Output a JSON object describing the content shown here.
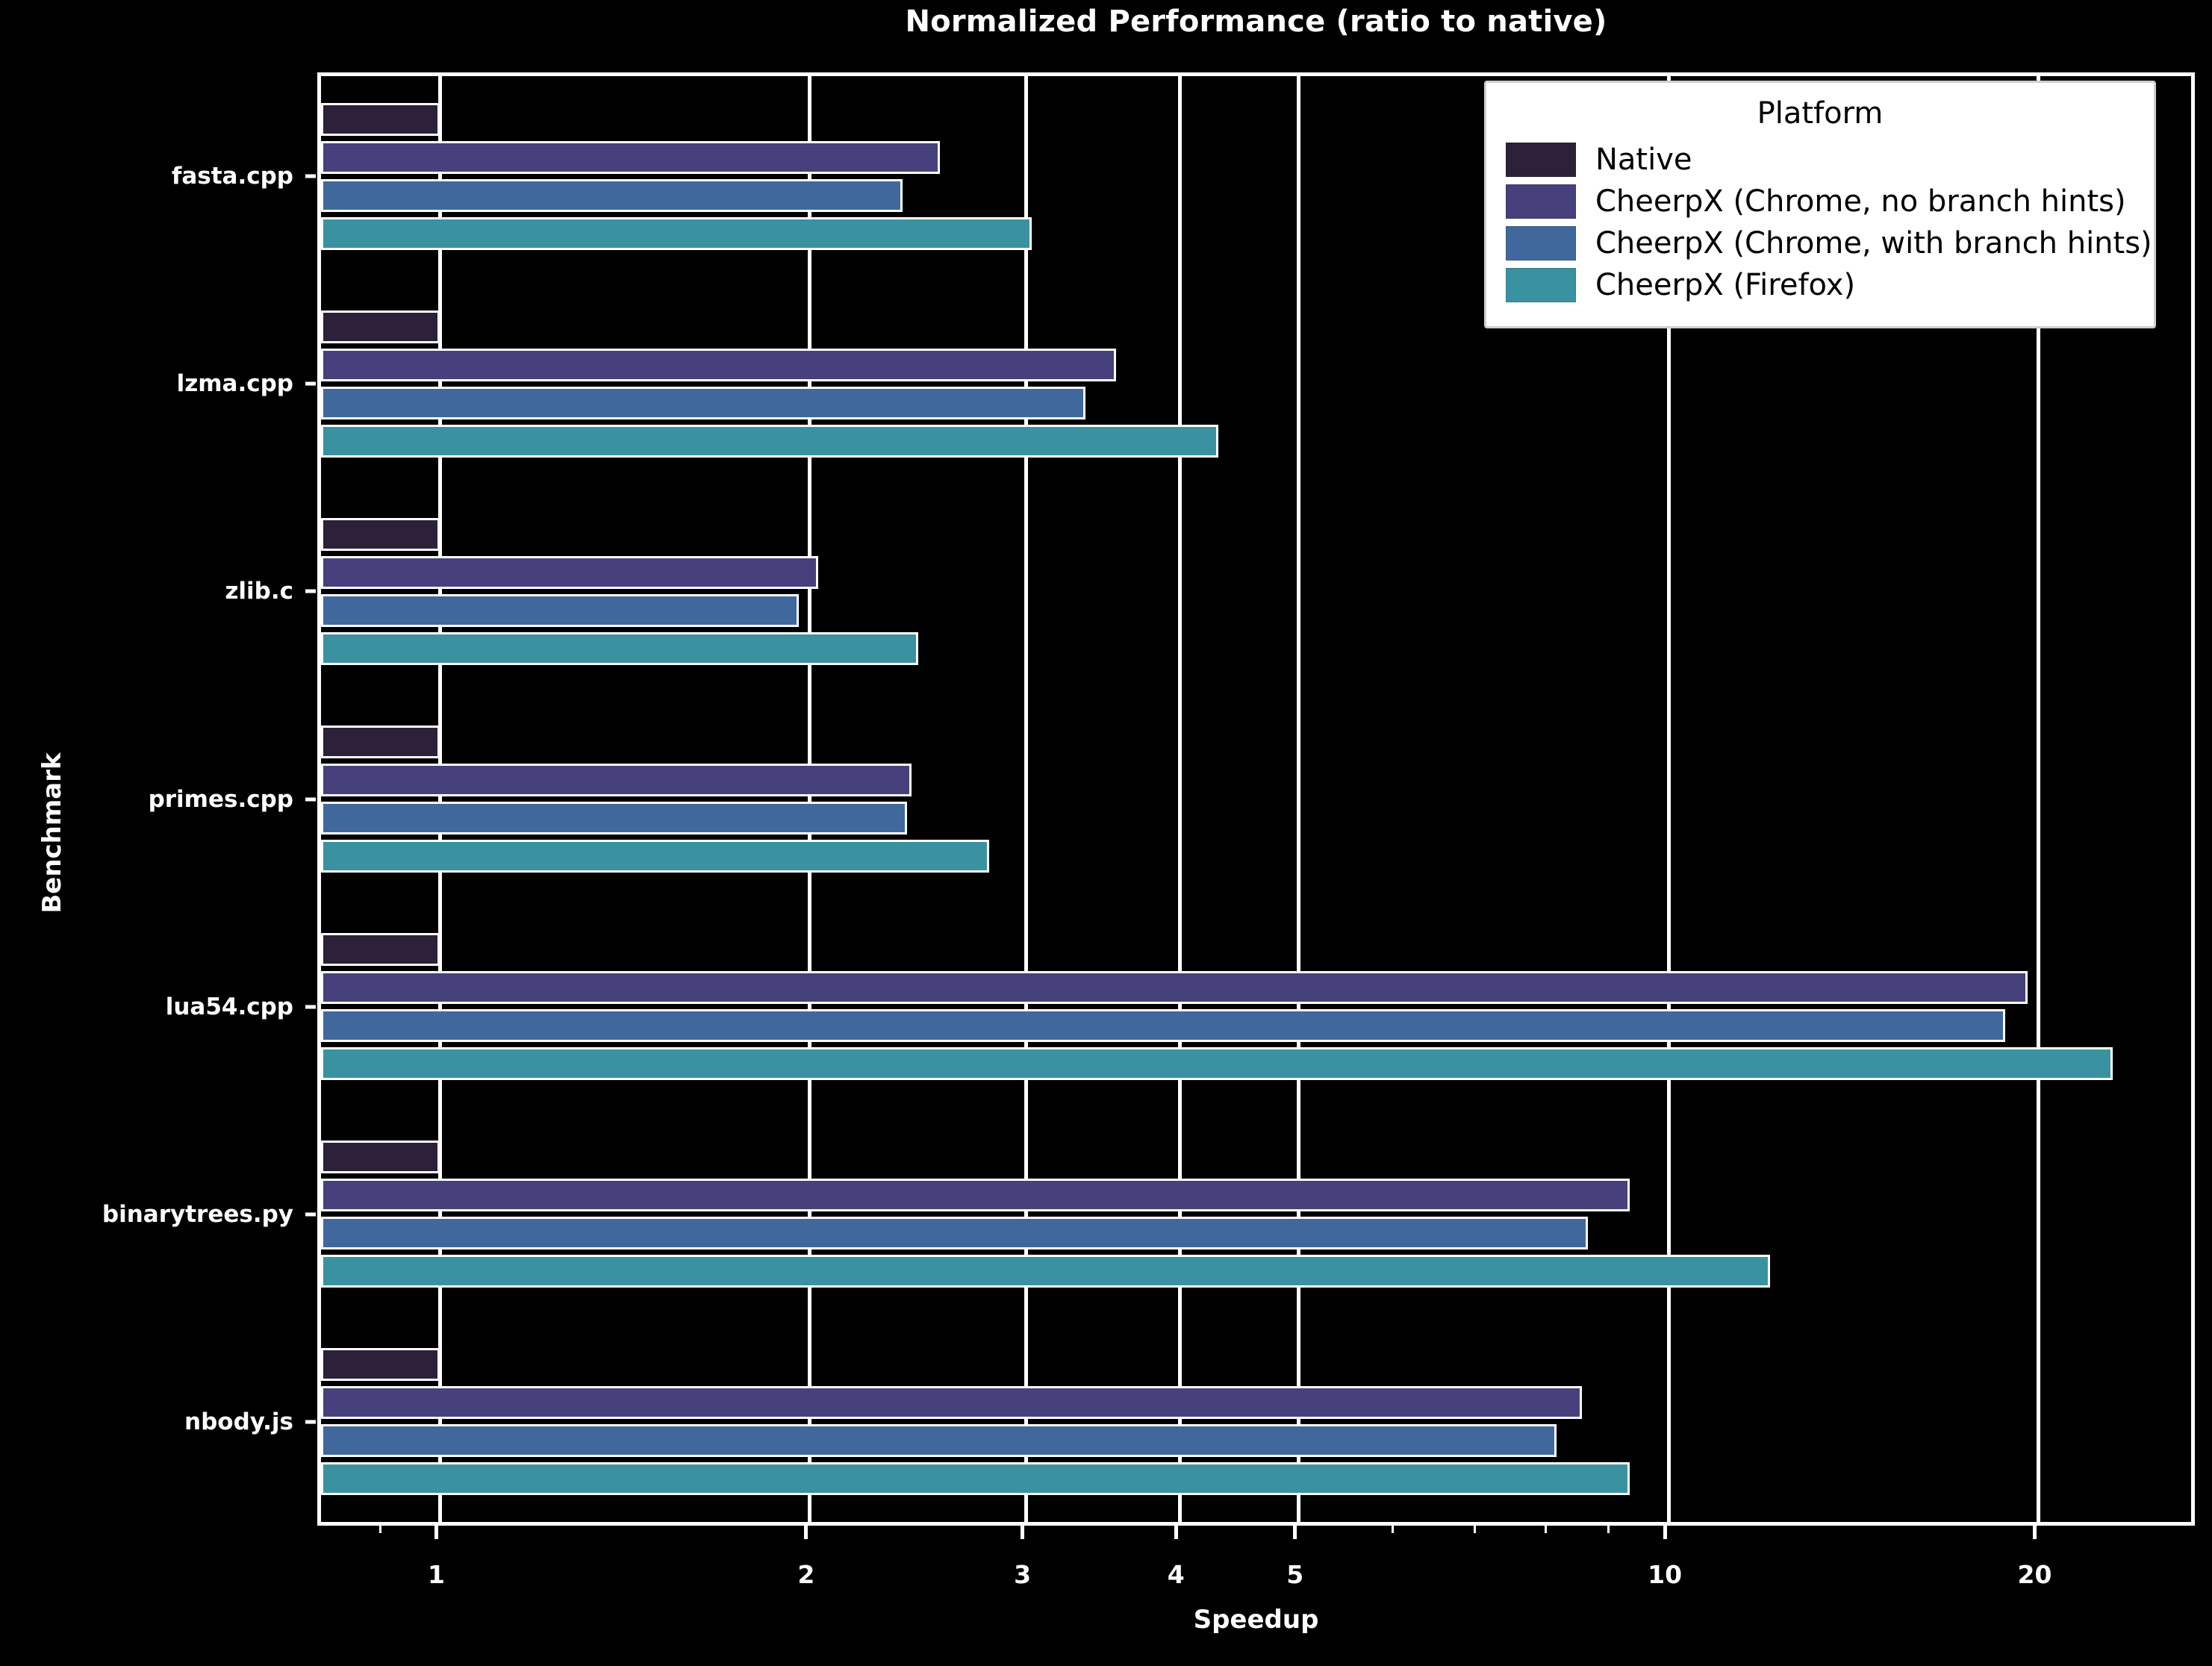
{
  "chart_data": {
    "type": "bar",
    "orientation": "horizontal",
    "title": "Normalized Performance (ratio to native)",
    "xlabel": "Speedup",
    "ylabel": "Benchmark",
    "xscale": "log",
    "xlim": [
      0.8,
      27.0
    ],
    "xticks": [
      1,
      2,
      3,
      4,
      5,
      10,
      20
    ],
    "xticklabels": [
      "1",
      "2",
      "3",
      "4",
      "5",
      "10",
      "20"
    ],
    "grid": true,
    "grid_axis": "x",
    "legend_title": "Platform",
    "legend_position": "upper right",
    "categories": [
      "fasta.cpp",
      "lzma.cpp",
      "zlib.c",
      "primes.cpp",
      "lua54.cpp",
      "binarytrees.py",
      "nbody.js"
    ],
    "series": [
      {
        "name": "Native",
        "color": "#2d2139",
        "values": [
          1.0,
          1.0,
          1.0,
          1.0,
          1.0,
          1.0,
          1.0
        ]
      },
      {
        "name": "CheerpX (Chrome, no branch hints)",
        "color": "#46417d",
        "values": [
          2.55,
          3.55,
          2.03,
          2.42,
          19.6,
          9.3,
          8.5
        ]
      },
      {
        "name": "CheerpX (Chrome, with branch hints)",
        "color": "#40689c",
        "values": [
          2.38,
          3.35,
          1.96,
          2.4,
          18.8,
          8.6,
          8.1
        ]
      },
      {
        "name": "CheerpX (Firefox)",
        "color": "#3a92a0",
        "values": [
          3.03,
          4.3,
          2.45,
          2.8,
          23.0,
          12.1,
          9.3
        ]
      }
    ]
  },
  "figure": {
    "background": "#000000",
    "foreground": "#ffffff",
    "bar_edge_color": "#ffffff",
    "legend_background": "#ffffff",
    "legend_text_color": "#000000"
  }
}
